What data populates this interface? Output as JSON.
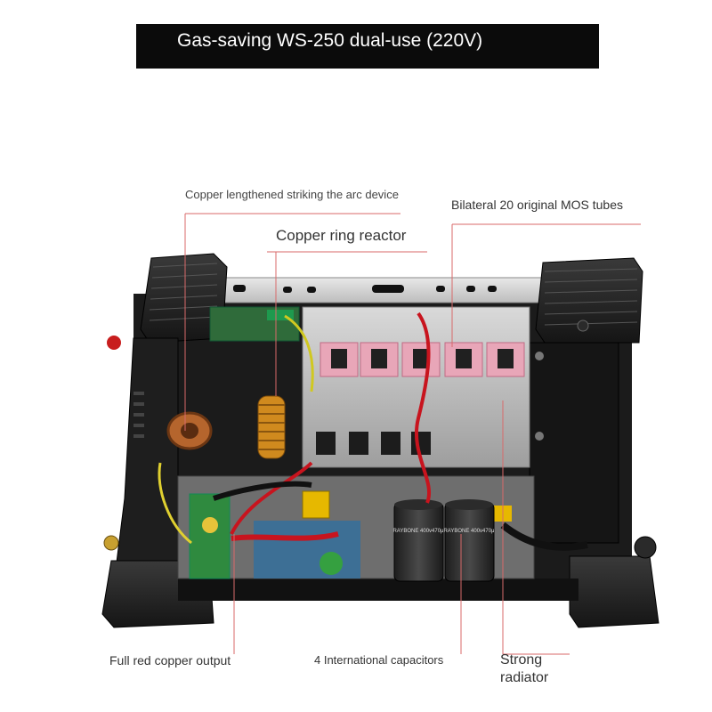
{
  "title": "Gas-saving WS-250 dual-use (220V)",
  "callouts": {
    "arc_device": "Copper lengthened striking the arc device",
    "mos_tubes": "Bilateral 20 original MOS tubes",
    "ring_reactor": "Copper ring reactor",
    "copper_output": "Full red copper output",
    "capacitors": "4 International capacitors",
    "radiator": "Strong radiator"
  },
  "capacitor_marks": {
    "left": "RAYBONE 400v470μ",
    "right": "RAYBONE 400v470μ"
  }
}
